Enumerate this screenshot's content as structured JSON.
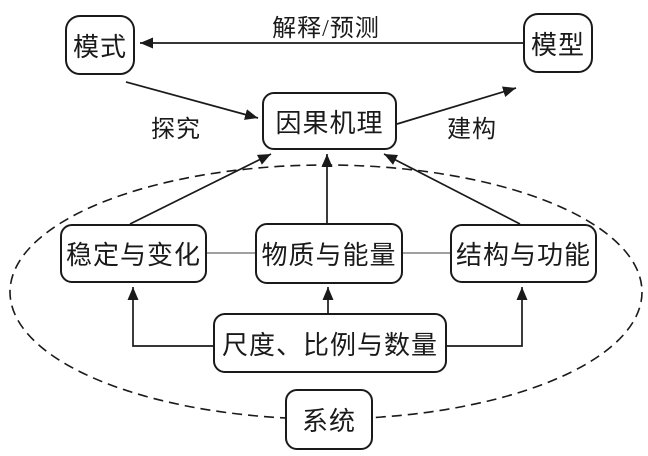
{
  "nodes": {
    "pattern": "模式",
    "model": "模型",
    "causal": "因果机理",
    "stability": "稳定与变化",
    "matter": "物质与能量",
    "structure": "结构与功能",
    "scale": "尺度、比例与数量",
    "system": "系统"
  },
  "edge_labels": {
    "explain_predict": "解释/预测",
    "inquiry": "探究",
    "construct": "建构"
  },
  "colors": {
    "line": "#1a1a1a",
    "connector": "#808080",
    "background": "#ffffff",
    "box_fill": "#ffffff"
  }
}
